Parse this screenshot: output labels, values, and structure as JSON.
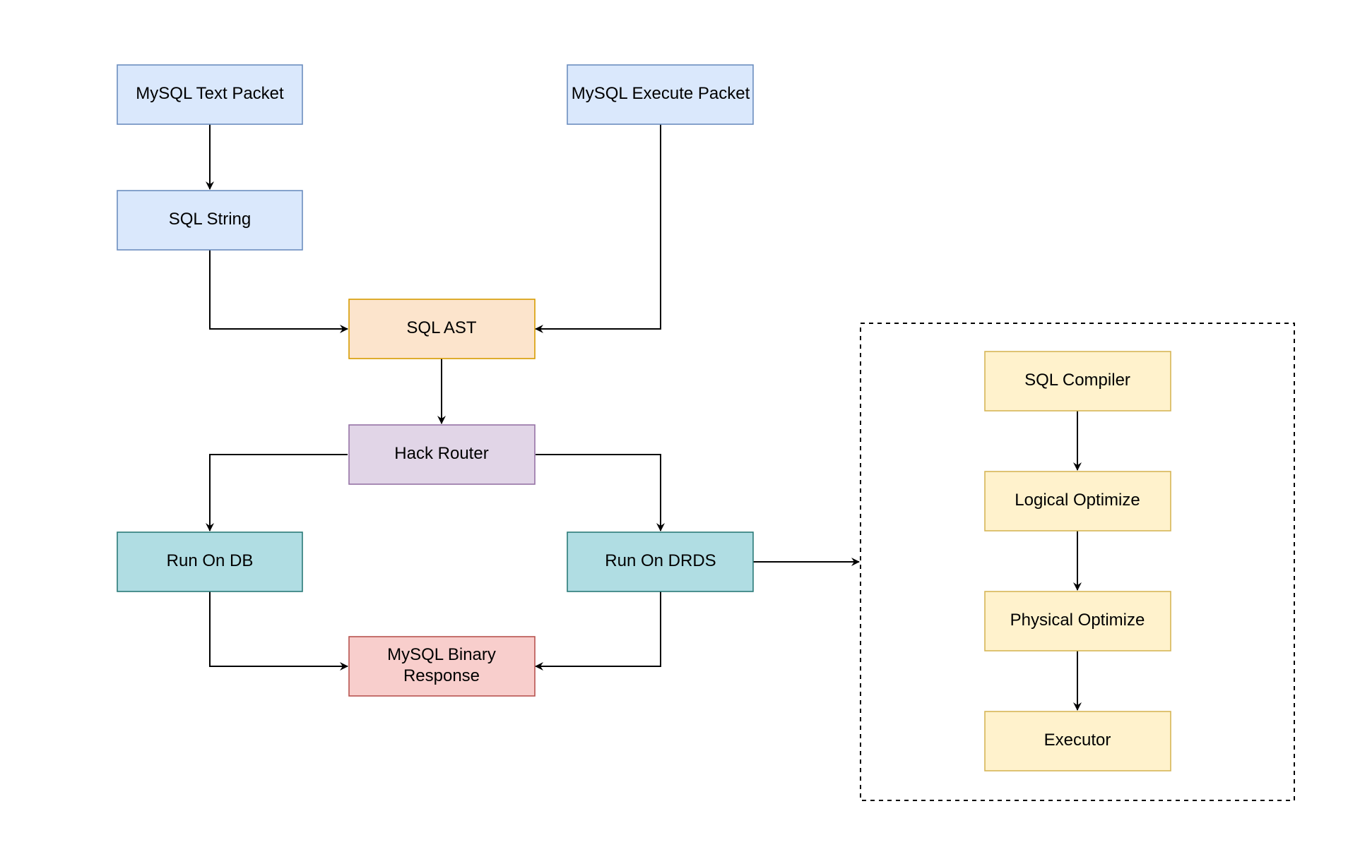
{
  "nodes": {
    "text_packet": {
      "label": [
        "MySQL Text Packet"
      ],
      "fill": "#dae8fc",
      "stroke": "#6c8ebf"
    },
    "execute_packet": {
      "label": [
        "MySQL Execute Packet"
      ],
      "fill": "#dae8fc",
      "stroke": "#6c8ebf"
    },
    "sql_string": {
      "label": [
        "SQL String"
      ],
      "fill": "#dae8fc",
      "stroke": "#6c8ebf"
    },
    "sql_ast": {
      "label": [
        "SQL AST"
      ],
      "fill": "#fce4cc",
      "stroke": "#d79b00"
    },
    "hack_router": {
      "label": [
        "Hack Router"
      ],
      "fill": "#e1d5e7",
      "stroke": "#9673a6"
    },
    "run_on_db": {
      "label": [
        "Run On DB"
      ],
      "fill": "#b0dde3",
      "stroke": "#2b7a78"
    },
    "run_on_drds": {
      "label": [
        "Run On DRDS"
      ],
      "fill": "#b0dde3",
      "stroke": "#2b7a78"
    },
    "binary_response": {
      "label": [
        "MySQL Binary",
        "Response"
      ],
      "fill": "#f8cecc",
      "stroke": "#b85450"
    },
    "sql_compiler": {
      "label": [
        "SQL Compiler"
      ],
      "fill": "#fff2cc",
      "stroke": "#d6b656"
    },
    "logical_opt": {
      "label": [
        "Logical Optimize"
      ],
      "fill": "#fff2cc",
      "stroke": "#d6b656"
    },
    "physical_opt": {
      "label": [
        "Physical Optimize"
      ],
      "fill": "#fff2cc",
      "stroke": "#d6b656"
    },
    "executor": {
      "label": [
        "Executor"
      ],
      "fill": "#fff2cc",
      "stroke": "#d6b656"
    }
  },
  "edges": [
    {
      "from": "text_packet",
      "to": "sql_string"
    },
    {
      "from": "sql_string",
      "to": "sql_ast"
    },
    {
      "from": "execute_packet",
      "to": "sql_ast"
    },
    {
      "from": "sql_ast",
      "to": "hack_router"
    },
    {
      "from": "hack_router",
      "to": "run_on_db"
    },
    {
      "from": "hack_router",
      "to": "run_on_drds"
    },
    {
      "from": "run_on_db",
      "to": "binary_response"
    },
    {
      "from": "run_on_drds",
      "to": "binary_response"
    },
    {
      "from": "run_on_drds",
      "to": "optimizer_group"
    },
    {
      "from": "sql_compiler",
      "to": "logical_opt"
    },
    {
      "from": "logical_opt",
      "to": "physical_opt"
    },
    {
      "from": "physical_opt",
      "to": "executor"
    }
  ],
  "groups": {
    "optimizer_group": {
      "members": [
        "sql_compiler",
        "logical_opt",
        "physical_opt",
        "executor"
      ]
    }
  }
}
